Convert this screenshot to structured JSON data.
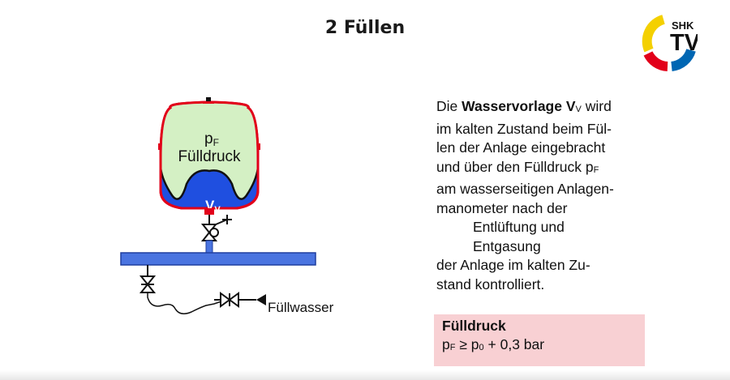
{
  "title": "2 Füllen",
  "logo": {
    "text_top": "SHK",
    "text_bottom": "TV",
    "colors": [
      "#f4d000",
      "#e2001a",
      "#0066b3"
    ]
  },
  "diagram": {
    "vessel_symbol": "p",
    "vessel_symbol_sub": "F",
    "vessel_label": "Fülldruck",
    "water_symbol": "V",
    "water_symbol_sub": "V",
    "fill_label": "Füllwasser",
    "colors": {
      "gas": "#d4f0c4",
      "shell": "#e2001a",
      "water": "#1f4fe0",
      "pipe": "#4a74e0"
    }
  },
  "description": {
    "l1_pre": "Die ",
    "l1_bold": "Wasservorlage V",
    "l1_sub": "V",
    "l1_post": " wird",
    "l2": "im kalten Zustand beim Fül-",
    "l3": "len der Anlage eingebracht",
    "l4_pre": "und über den Fülldruck p",
    "l4_sub": "F",
    "l5": "am wasserseitigen Anlagen-",
    "l6": "manometer nach der",
    "l7": "Entlüftung und",
    "l8": "Entgasung",
    "l9": "der Anlage im kalten Zu-",
    "l10": "stand kontrolliert."
  },
  "formula": {
    "title": "Fülldruck",
    "p1": "p",
    "p1_sub": "F",
    "op": " ≥ p",
    "p2_sub": "0",
    "rest": " + 0,3 bar"
  }
}
